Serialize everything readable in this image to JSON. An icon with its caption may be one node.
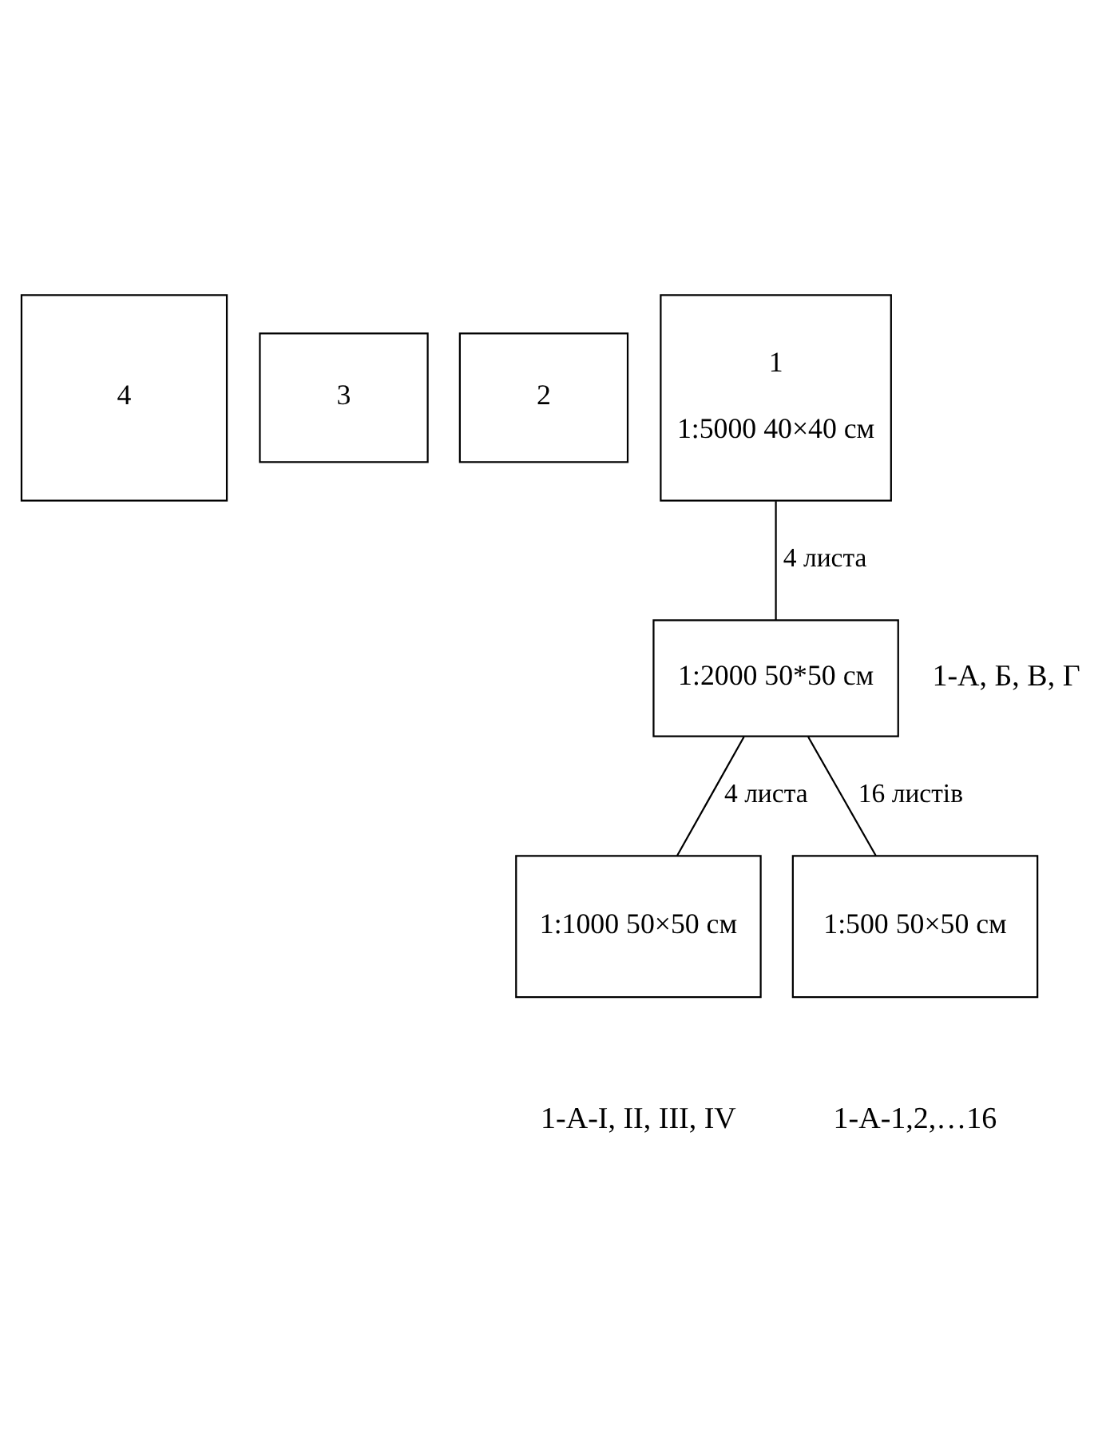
{
  "diagram": {
    "nodes": [
      {
        "text": [
          "4"
        ]
      },
      {
        "text": [
          "3"
        ]
      },
      {
        "text": [
          "2"
        ]
      },
      {
        "text": [
          "1",
          "1:5000 40×40 см"
        ]
      },
      {
        "text": [
          "1:2000 50*50 см"
        ],
        "beside": [
          "1-А, Б, В, Г"
        ]
      },
      {
        "text": [
          "1:1000 50×50 см"
        ],
        "beside": [
          "1-A-I, II, III, IV"
        ]
      },
      {
        "text": [
          "1:500 50×50 см"
        ],
        "beside": [
          "1-A-1,2,…16"
        ]
      }
    ],
    "edges": [
      {
        "from": 3,
        "to": 4,
        "arrow": "none",
        "label": "4 листа"
      },
      {
        "from": 4,
        "to": 5,
        "arrow": "none",
        "label": "4 листа"
      },
      {
        "from": 4,
        "to": 6,
        "arrow": "none",
        "label": "16 листів"
      }
    ]
  }
}
